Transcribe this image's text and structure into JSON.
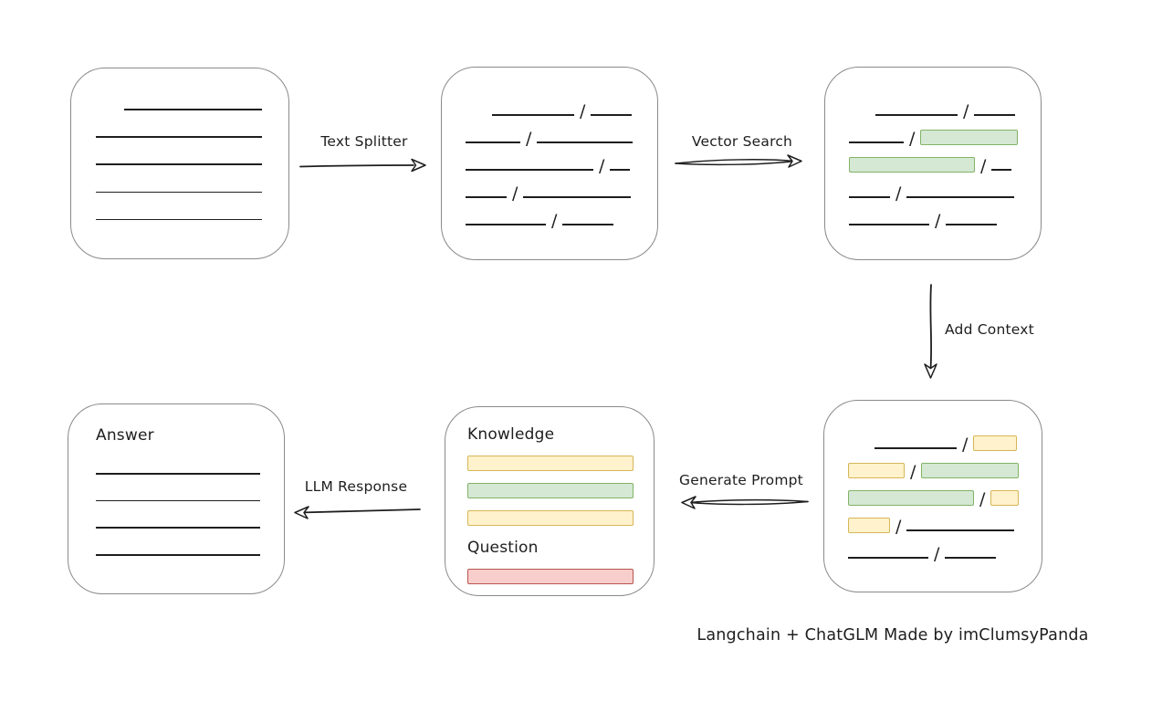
{
  "caption": "Langchain + ChatGLM Made by imClumsyPanda",
  "slash": "/",
  "labels": {
    "text_splitter": "Text Splitter",
    "vector_search": "Vector Search",
    "add_context": "Add Context",
    "generate_prompt": "Generate Prompt",
    "llm_response": "LLM Response"
  },
  "colors": {
    "green_fill": "#d5e8d4",
    "green_stroke": "#82b366",
    "yellow_fill": "#fff2cc",
    "yellow_stroke": "#d6b656",
    "red_fill": "#f8cecc",
    "red_stroke": "#b85450",
    "box_stroke": "#8a8a8a",
    "ink": "#1e1e1e"
  },
  "boxes": {
    "document": {
      "lines": [
        {
          "w": 151,
          "indent": 31
        },
        {
          "w": 182
        },
        {
          "w": 182
        },
        {
          "w": 182
        },
        {
          "w": 182
        }
      ]
    },
    "split_chunks": {
      "rows": [
        [
          {
            "t": "line",
            "w": 90,
            "indent": 29
          },
          {
            "t": "line",
            "w": 45
          }
        ],
        [
          {
            "t": "line",
            "w": 60
          },
          {
            "t": "line",
            "w": 105
          }
        ],
        [
          {
            "t": "line",
            "w": 140
          },
          {
            "t": "line",
            "w": 22
          }
        ],
        [
          {
            "t": "line",
            "w": 45
          },
          {
            "t": "line",
            "w": 118
          }
        ],
        [
          {
            "t": "line",
            "w": 88
          },
          {
            "t": "line",
            "w": 56
          }
        ]
      ]
    },
    "search_chunks": {
      "rows": [
        [
          {
            "t": "line",
            "w": 90,
            "indent": 29
          },
          {
            "t": "line",
            "w": 45
          }
        ],
        [
          {
            "t": "line",
            "w": 60
          },
          {
            "t": "green",
            "w": 107
          }
        ],
        [
          {
            "t": "green",
            "w": 138
          },
          {
            "t": "line",
            "w": 22
          }
        ],
        [
          {
            "t": "line",
            "w": 45
          },
          {
            "t": "line",
            "w": 118
          }
        ],
        [
          {
            "t": "line",
            "w": 88
          },
          {
            "t": "line",
            "w": 56
          }
        ]
      ]
    },
    "context_chunks": {
      "rows": [
        [
          {
            "t": "line",
            "w": 90,
            "indent": 29
          },
          {
            "t": "yellow",
            "w": 48
          }
        ],
        [
          {
            "t": "yellow",
            "w": 62
          },
          {
            "t": "green",
            "w": 107
          }
        ],
        [
          {
            "t": "green",
            "w": 138
          },
          {
            "t": "yellow",
            "w": 31
          }
        ],
        [
          {
            "t": "yellow",
            "w": 46
          },
          {
            "t": "line",
            "w": 118
          }
        ],
        [
          {
            "t": "line",
            "w": 88
          },
          {
            "t": "line",
            "w": 56
          }
        ]
      ]
    },
    "prompt": {
      "knowledge_label": "Knowledge",
      "question_label": "Question",
      "knowledge_bars": [
        "yellow",
        "green",
        "yellow"
      ],
      "question_bars": [
        "red"
      ]
    },
    "answer": {
      "label": "Answer",
      "lines": [
        {
          "w": 180
        },
        {
          "w": 180
        },
        {
          "w": 180
        },
        {
          "w": 180
        }
      ]
    }
  }
}
